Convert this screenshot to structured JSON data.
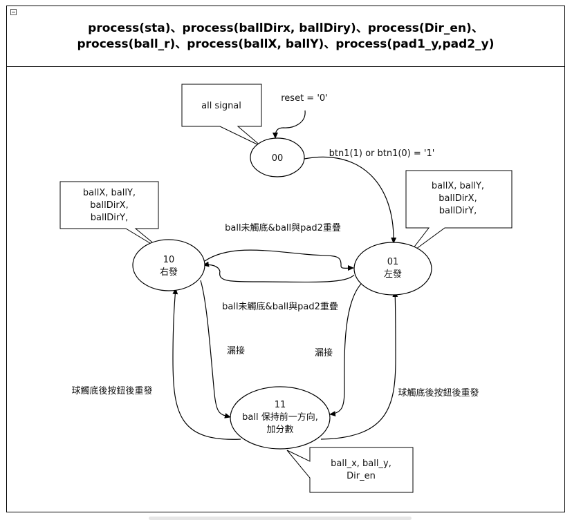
{
  "title": {
    "line1": "process(sta)、process(ballDirx, ballDiry)、process(Dir_en)、",
    "line2": "process(ball_r)、process(ballX, ballY)、process(pad1_y,pad2_y)"
  },
  "notes": {
    "all_signal": "all signal",
    "left_signals": [
      "ballX, ballY,",
      "ballDirX,",
      "ballDirY,"
    ],
    "right_signals": [
      "ballX, ballY,",
      "ballDirX,",
      "ballDirY,"
    ],
    "bottom_signals": [
      "ball_x, ball_y,",
      "Dir_en"
    ]
  },
  "states": {
    "s00": [
      "00"
    ],
    "s10": [
      "10",
      "右發"
    ],
    "s01": [
      "01",
      "左發"
    ],
    "s11": [
      "11",
      "ball 保持前一方向,",
      "加分數"
    ]
  },
  "transitions": {
    "reset": "reset = '0'",
    "btn": "btn1(1) or btn1(0) = '1'",
    "overlap_top": "ball未觸底&ball與pad2重疊",
    "overlap_mid": "ball未觸底&ball與pad2重疊",
    "miss_left": "漏接",
    "miss_right": "漏接",
    "restart_left": "球觸底後按鈕後重發",
    "restart_right": "球觸底後按鈕後重發"
  }
}
